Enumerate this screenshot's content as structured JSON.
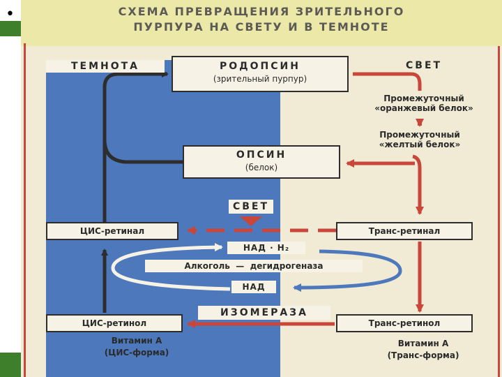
{
  "slide": {
    "bullet": "•"
  },
  "diagram": {
    "title_line1": "СХЕМА ПРЕВРАЩЕНИЯ ЗРИТЕЛЬНОГО",
    "title_line2": "ПУРПУРА НА СВЕТУ И В ТЕМНОТЕ",
    "label_dark": "ТЕМНОТА",
    "label_light_top": "СВЕТ",
    "label_light_mid": "СВЕТ",
    "rhodopsin_name": "РОДОПСИН",
    "rhodopsin_sub": "(зрительный пурпур)",
    "intermediate_orange_1": "Промежуточный",
    "intermediate_orange_2": "«оранжевый белок»",
    "intermediate_yellow_1": "Промежуточный",
    "intermediate_yellow_2": "«желтый белок»",
    "opsin_name": "ОПСИН",
    "opsin_sub": "(белок)",
    "cis_retinal": "ЦИС-ретинал",
    "trans_retinal": "Транс-ретинал",
    "nad_h2": "НАД · Н₂",
    "alcohol_dehydrogenase": "Алкоголь  —  дегидрогеназа",
    "nad": "НАД",
    "isomerase": "ИЗОМЕРАЗА",
    "cis_retinol": "ЦИС-ретинол",
    "trans_retinol": "Транс-ретинол",
    "vitamin_a_cis_1": "Витамин А",
    "vitamin_a_cis_2": "(ЦИС-форма)",
    "vitamin_a_trans_1": "Витамин А",
    "vitamin_a_trans_2": "(Транс-форма)"
  },
  "colors": {
    "dark_panel": "#4d78bb",
    "red_arrow": "#c9463b",
    "dark_arrow": "#2d2d2d",
    "box_fill": "#f6f3e6",
    "title_band": "#ece8a8"
  }
}
